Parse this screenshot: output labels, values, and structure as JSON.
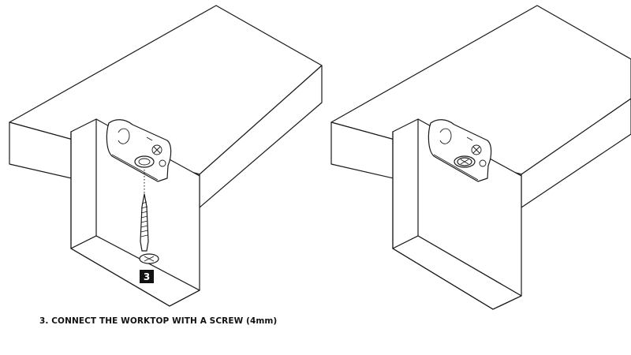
{
  "step": {
    "badge_number": "3",
    "caption": "3. CONNECT THE WORKTOP WITH A SCREW (4mm)"
  },
  "panels": [
    {
      "name": "before",
      "shows": "screw-being-inserted"
    },
    {
      "name": "after",
      "shows": "screw-installed"
    }
  ],
  "colors": {
    "line": "#1a1a1a",
    "badge": "#111111",
    "background": "#ffffff"
  }
}
